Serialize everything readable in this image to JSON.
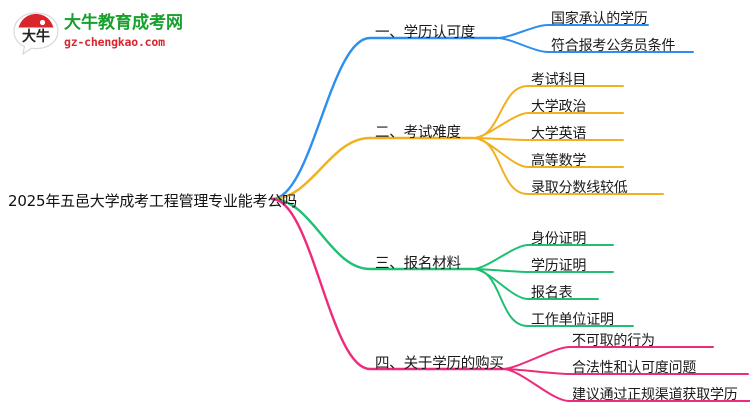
{
  "logo": {
    "mark_name": "da-niu-speech-bubble-logo",
    "mark_text": "大牛",
    "title": "大牛教育成考网",
    "subtitle": "gz-chengkao.com",
    "title_color": "#17a02c",
    "subtitle_color": "#d9262c"
  },
  "mindmap": {
    "root": "2025年五邑大学成考工程管理专业能考公吗",
    "branches": [
      {
        "label": "一、学历认可度",
        "color": "#2e8ef0",
        "children": [
          "国家承认的学历",
          "符合报考公务员条件"
        ]
      },
      {
        "label": "二、考试难度",
        "color": "#f2b01e",
        "children": [
          "考试科目",
          "大学政治",
          "大学英语",
          "高等数学",
          "录取分数线较低"
        ]
      },
      {
        "label": "三、报名材料",
        "color": "#1fbf74",
        "children": [
          "身份证明",
          "学历证明",
          "报名表",
          "工作单位证明"
        ]
      },
      {
        "label": "四、关于学历的购买",
        "color": "#ee2a7b",
        "children": [
          "不可取的行为",
          "合法性和认可度问题",
          "建议通过正规渠道获取学历"
        ]
      }
    ]
  }
}
